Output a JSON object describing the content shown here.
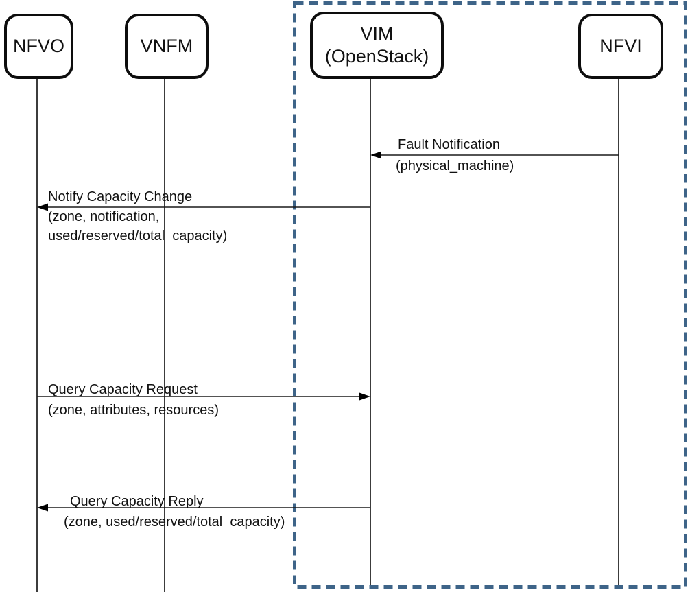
{
  "diagram": {
    "type": "sequence-diagram",
    "title": "",
    "colors": {
      "scope_border": "#3e6488",
      "line": "#1a1a1a",
      "text": "#111111",
      "background": "#ffffff"
    },
    "actors": [
      {
        "id": "nfvo",
        "label": "NFVO"
      },
      {
        "id": "vnfm",
        "label": "VNFM"
      },
      {
        "id": "vim",
        "label": "VIM",
        "sublabel": "(OpenStack)"
      },
      {
        "id": "nfvi",
        "label": "NFVI"
      }
    ],
    "scope_box": {
      "style": "dashed",
      "members": [
        "VIM (OpenStack)",
        "NFVI"
      ]
    },
    "messages": [
      {
        "from": "NFVI",
        "to": "VIM (OpenStack)",
        "direction": "left",
        "lines": [
          "Fault Notification",
          "(physical_machine)"
        ]
      },
      {
        "from": "VIM (OpenStack)",
        "to": "NFVO",
        "direction": "left",
        "lines": [
          "Notify Capacity Change",
          "(zone, notification,",
          "used/reserved/total  capacity)"
        ]
      },
      {
        "from": "NFVO",
        "to": "VIM (OpenStack)",
        "direction": "right",
        "lines": [
          "Query Capacity Request",
          "(zone, attributes, resources)"
        ]
      },
      {
        "from": "VIM (OpenStack)",
        "to": "NFVO",
        "direction": "left",
        "lines": [
          "Query Capacity Reply",
          "(zone, used/reserved/total  capacity)"
        ]
      }
    ]
  }
}
